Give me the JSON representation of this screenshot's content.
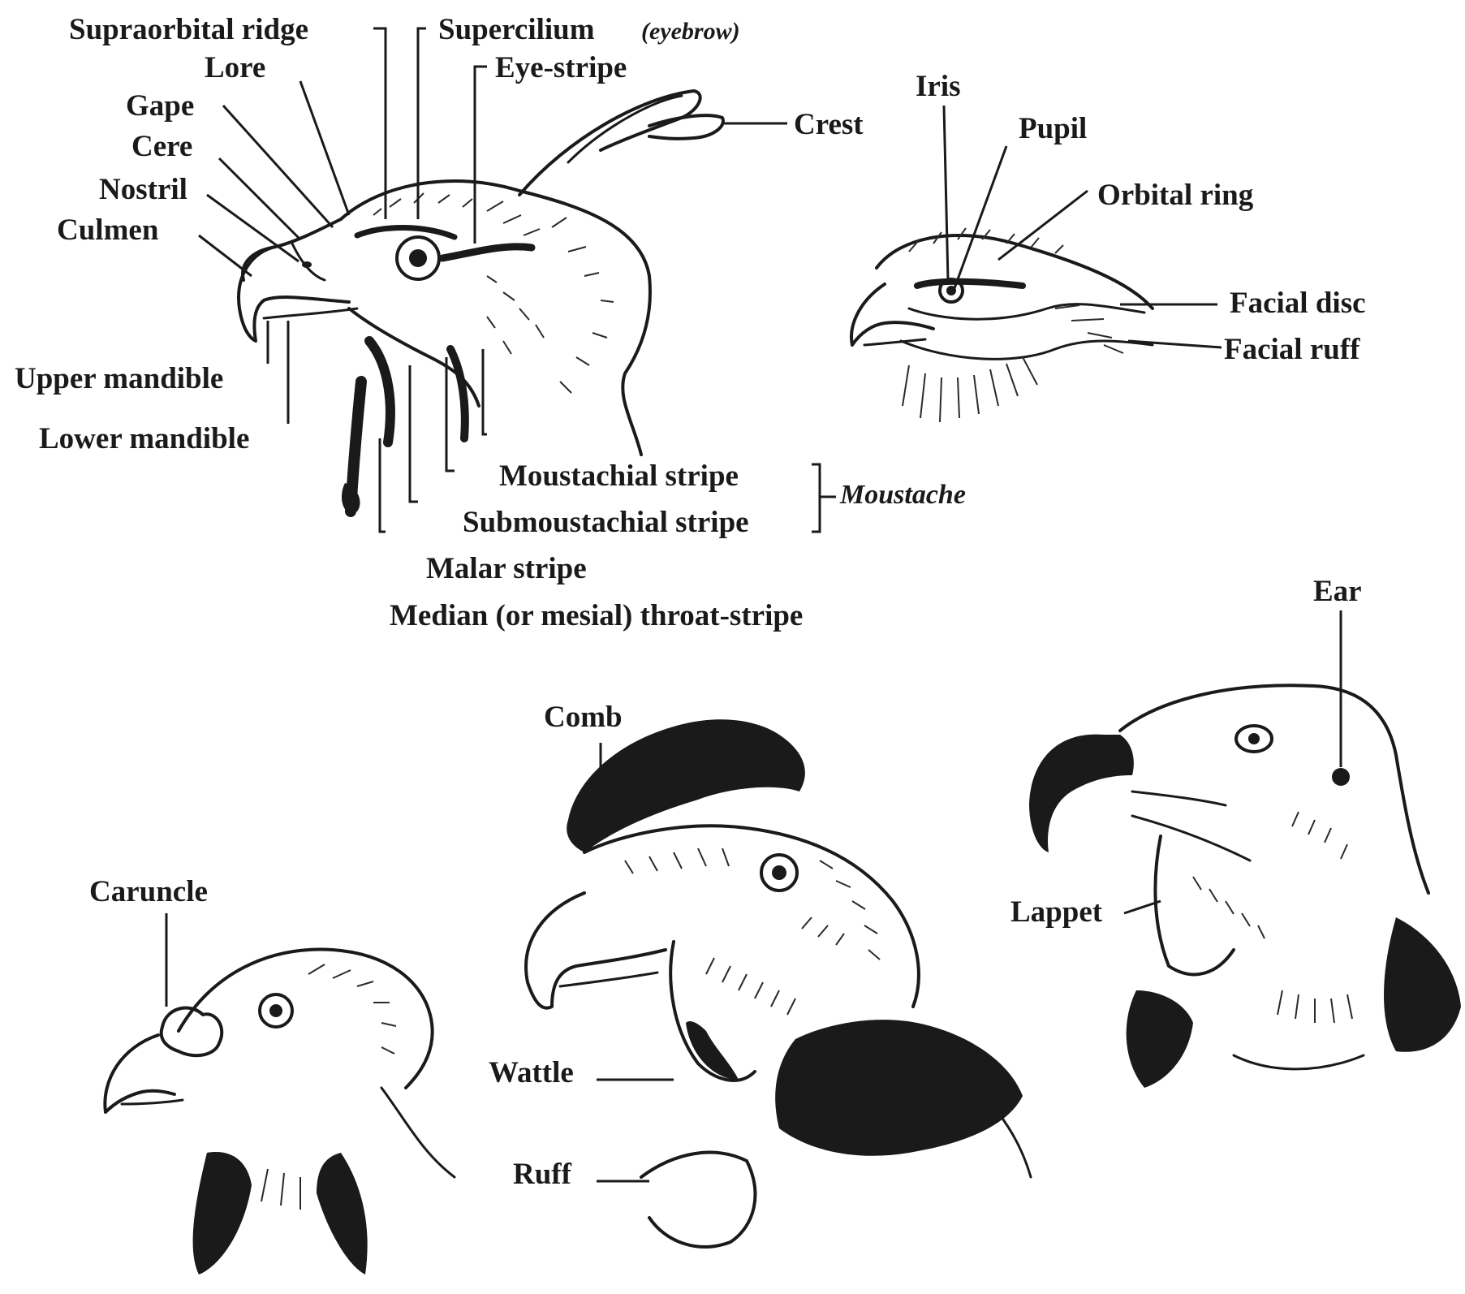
{
  "colors": {
    "ink": "#1a1a1a",
    "paper": "#ffffff"
  },
  "heads": [
    {
      "name": "crested-raptor-head"
    },
    {
      "name": "owl-like-head"
    },
    {
      "name": "caruncle-vulture-head"
    },
    {
      "name": "comb-wattle-vulture-head"
    },
    {
      "name": "lappet-vulture-head"
    }
  ],
  "labels": {
    "supraorbital_ridge": "Supraorbital ridge",
    "supercilium": "Supercilium",
    "supercilium_note": "(eyebrow)",
    "lore": "Lore",
    "eye_stripe": "Eye-stripe",
    "gape": "Gape",
    "crest": "Crest",
    "cere": "Cere",
    "nostril": "Nostril",
    "culmen": "Culmen",
    "upper_mandible": "Upper mandible",
    "lower_mandible": "Lower mandible",
    "moustachial_stripe": "Moustachial stripe",
    "submoustachial_stripe": "Submoustachial stripe",
    "moustache": "Moustache",
    "malar_stripe": "Malar stripe",
    "median_throat_stripe": "Median (or mesial) throat-stripe",
    "iris": "Iris",
    "pupil": "Pupil",
    "orbital_ring": "Orbital ring",
    "facial_disc": "Facial disc",
    "facial_ruff": "Facial ruff",
    "ear": "Ear",
    "comb": "Comb",
    "caruncle": "Caruncle",
    "lappet": "Lappet",
    "wattle": "Wattle",
    "ruff": "Ruff"
  }
}
